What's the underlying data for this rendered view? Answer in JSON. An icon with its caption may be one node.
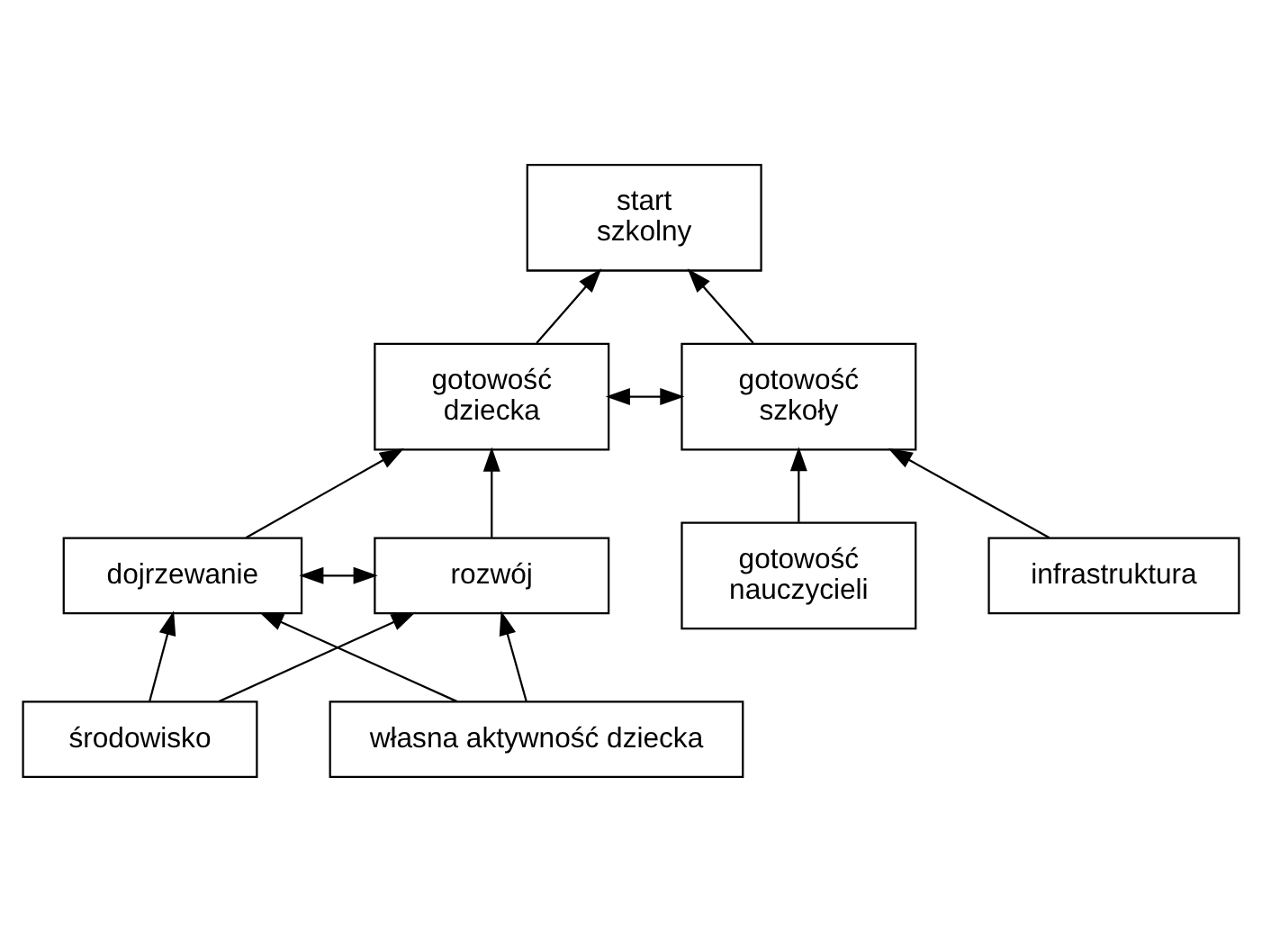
{
  "diagram": {
    "nodes": [
      {
        "text": [
          "start szkolny"
        ]
      },
      {
        "text": [
          "gotowość dziecka"
        ]
      },
      {
        "text": [
          "gotowość szkoły"
        ]
      },
      {
        "text": [
          "dojrzewanie"
        ]
      },
      {
        "text": [
          "rozwój"
        ]
      },
      {
        "text": [
          "gotowość nauczycieli"
        ]
      },
      {
        "text": [
          "infrastruktura"
        ]
      },
      {
        "text": [
          "środowisko"
        ]
      },
      {
        "text": [
          "własna aktywność dziecka"
        ]
      }
    ],
    "edges": [
      {
        "from": 1,
        "to": 0,
        "arrow": "to"
      },
      {
        "from": 2,
        "to": 0,
        "arrow": "to"
      },
      {
        "from": 1,
        "to": 2,
        "arrow": "both"
      },
      {
        "from": 3,
        "to": 1,
        "arrow": "to"
      },
      {
        "from": 4,
        "to": 1,
        "arrow": "to"
      },
      {
        "from": 3,
        "to": 4,
        "arrow": "both"
      },
      {
        "from": 5,
        "to": 2,
        "arrow": "to"
      },
      {
        "from": 6,
        "to": 2,
        "arrow": "to"
      },
      {
        "from": 7,
        "to": 3,
        "arrow": "to"
      },
      {
        "from": 7,
        "to": 4,
        "arrow": "to"
      },
      {
        "from": 8,
        "to": 3,
        "arrow": "to"
      },
      {
        "from": 8,
        "to": 4,
        "arrow": "to"
      }
    ]
  }
}
